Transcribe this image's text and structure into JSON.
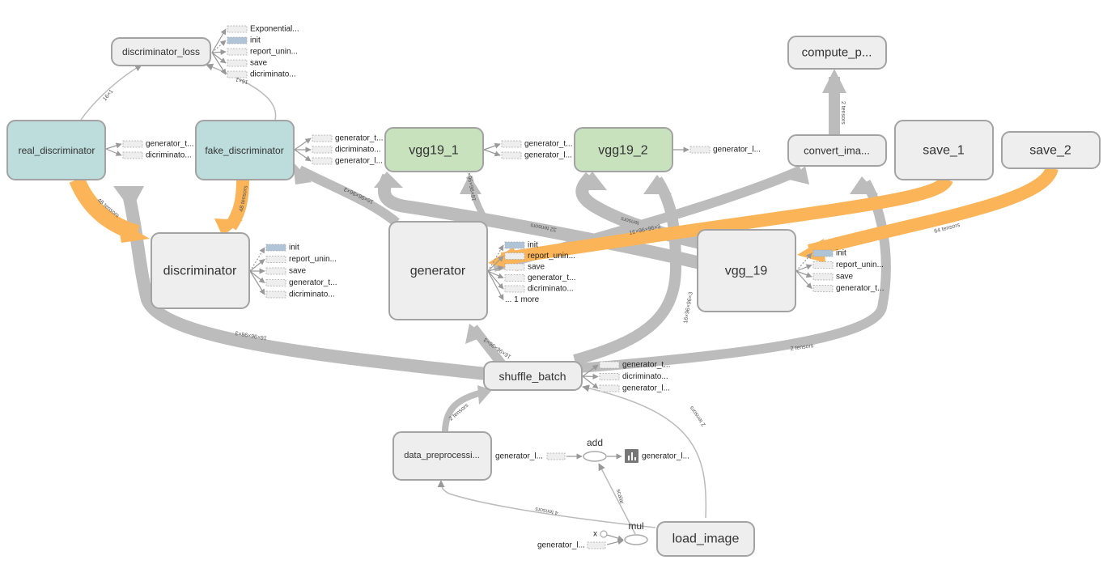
{
  "view": "TensorFlow graph",
  "colors": {
    "node_default": "#eeeeee",
    "node_discriminator": "#bddcdc",
    "node_vgg": "#c8e2bd",
    "node_stroke": "#a3a3a3",
    "edge_gray": "#bcbcbc",
    "edge_orange": "#fbb457",
    "stub_init": "#b0c4d8"
  },
  "nodes": [
    {
      "id": "discriminator_loss",
      "label": "discriminator_loss",
      "type": "default"
    },
    {
      "id": "real_discriminator",
      "label": "real_discriminator",
      "type": "discriminator"
    },
    {
      "id": "fake_discriminator",
      "label": "fake_discriminator",
      "type": "discriminator"
    },
    {
      "id": "vgg19_1",
      "label": "vgg19_1",
      "type": "vgg"
    },
    {
      "id": "vgg19_2",
      "label": "vgg19_2",
      "type": "vgg"
    },
    {
      "id": "compute_p",
      "label": "compute_p...",
      "type": "default"
    },
    {
      "id": "convert_ima",
      "label": "convert_ima...",
      "type": "default"
    },
    {
      "id": "save_1",
      "label": "save_1",
      "type": "default"
    },
    {
      "id": "save_2",
      "label": "save_2",
      "type": "default"
    },
    {
      "id": "discriminator",
      "label": "discriminator",
      "type": "default"
    },
    {
      "id": "generator",
      "label": "generator",
      "type": "default"
    },
    {
      "id": "vgg_19",
      "label": "vgg_19",
      "type": "default"
    },
    {
      "id": "shuffle_batch",
      "label": "shuffle_batch",
      "type": "default"
    },
    {
      "id": "data_preprocessi",
      "label": "data_preprocessi...",
      "type": "default"
    },
    {
      "id": "load_image",
      "label": "load_image",
      "type": "default"
    }
  ],
  "aux": {
    "discriminator_loss": [
      "Exponential...",
      "init",
      "report_unin...",
      "save",
      "dicriminato..."
    ],
    "real_discriminator": [
      "generator_t...",
      "dicriminato..."
    ],
    "fake_discriminator": [
      "generator_t...",
      "dicriminato...",
      "generator_l..."
    ],
    "vgg19_1": [
      "generator_t...",
      "generator_l..."
    ],
    "vgg19_2": [
      "generator_l..."
    ],
    "discriminator": [
      "init",
      "report_unin...",
      "save",
      "generator_t...",
      "dicriminato..."
    ],
    "generator": [
      "init",
      "report_unin...",
      "save",
      "generator_t...",
      "dicriminato...",
      "... 1 more"
    ],
    "vgg_19": [
      "init",
      "report_unin...",
      "save",
      "generator_t..."
    ],
    "shuffle_batch": [
      "generator_t...",
      "dicriminato...",
      "generator_l..."
    ]
  },
  "ops": {
    "add": "add",
    "mul": "mul",
    "add_in": "generator_l...",
    "add_out": "generator_l...",
    "mul_x": "x",
    "mul_in": "generator_l..."
  },
  "edge_labels": {
    "real_to_loss": "16×1",
    "fake_to_loss": "16×1",
    "real_to_disc": "48 tensors",
    "fake_to_disc": "48 tensors",
    "gen_to_fake": "16×96×96×3",
    "gen_to_vgg19_1": "16×96×96×3",
    "vgg_to_gen": "32 tensors",
    "vgg19_2_a": "tensors",
    "vgg19_2_b": "16×96×96×3",
    "save2_to_vgg": "64 tensors",
    "convert_to_compute": "2 tensors",
    "shuffle_to_disc": "16×96×96×3",
    "shuffle_to_gen": "16×96×96×3",
    "shuffle_to_vgg19_2": "16×96×96×3",
    "shuffle_to_convert": "2 tensors",
    "dp_to_shuffle": "2 tensors",
    "load_to_shuffle": "2 tensors",
    "load_to_dp": "4 tensors",
    "mul_to_add": "scalar"
  }
}
